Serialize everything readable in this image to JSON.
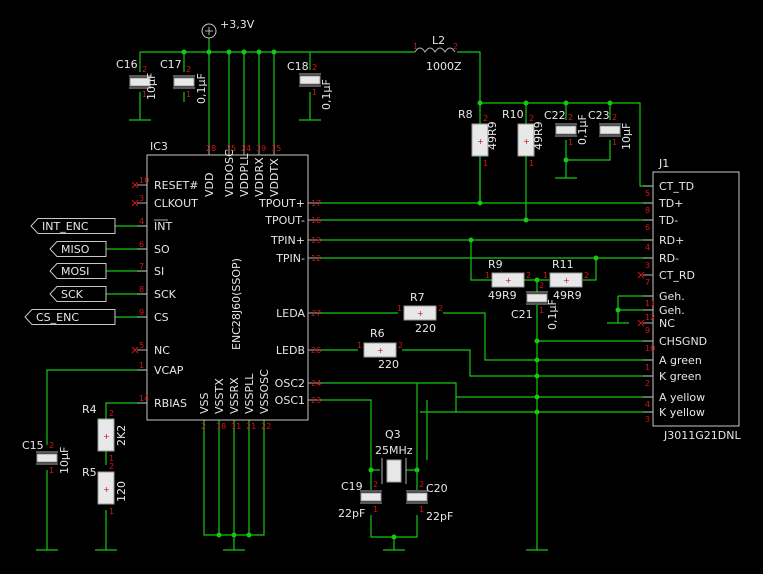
{
  "supply": {
    "label": "+3,3V"
  },
  "inductor": {
    "ref": "L2",
    "value": "1000Z"
  },
  "ic3": {
    "ref": "IC3",
    "part": "ENC28J60(SSOP)",
    "top_pins": [
      {
        "name": "VDD",
        "num": "28"
      },
      {
        "name": "VDDOSC",
        "num": "25"
      },
      {
        "name": "VDDPLL",
        "num": "24"
      },
      {
        "name": "VDDRX",
        "num": "19"
      },
      {
        "name": "VDDTX",
        "num": "15"
      }
    ],
    "left_pins": [
      {
        "name": "RESET#",
        "num": "10"
      },
      {
        "name": "CLKOUT",
        "num": "3"
      },
      {
        "name": "INT",
        "num": "4"
      },
      {
        "name": "SO",
        "num": "6"
      },
      {
        "name": "SI",
        "num": "7"
      },
      {
        "name": "SCK",
        "num": "8"
      },
      {
        "name": "CS",
        "num": "9"
      },
      {
        "name": "NC",
        "num": "5"
      },
      {
        "name": "VCAP",
        "num": "1"
      },
      {
        "name": "RBIAS",
        "num": "14"
      }
    ],
    "right_pins": [
      {
        "name": "TPOUT+",
        "num": "17"
      },
      {
        "name": "TPOUT-",
        "num": "16"
      },
      {
        "name": "TPIN+",
        "num": "13"
      },
      {
        "name": "TPIN-",
        "num": "12"
      },
      {
        "name": "LEDA",
        "num": "27"
      },
      {
        "name": "LEDB",
        "num": "26"
      },
      {
        "name": "OSC2",
        "num": "24"
      },
      {
        "name": "OSC1",
        "num": "23"
      }
    ],
    "bottom_pins": [
      {
        "name": "VSS",
        "num": "2"
      },
      {
        "name": "VSSTX",
        "num": "18"
      },
      {
        "name": "VSSRX",
        "num": "11"
      },
      {
        "name": "VSSPLL",
        "num": "21"
      },
      {
        "name": "VSSOSC",
        "num": "22"
      }
    ]
  },
  "ports": [
    {
      "label": "INT_ENC"
    },
    {
      "label": "MISO"
    },
    {
      "label": "MOSI"
    },
    {
      "label": "SCK"
    },
    {
      "label": "CS_ENC"
    }
  ],
  "capacitors": [
    {
      "ref": "C16",
      "value": "10µF"
    },
    {
      "ref": "C17",
      "value": "0,1µF"
    },
    {
      "ref": "C18",
      "value": "0,1µF"
    },
    {
      "ref": "C22",
      "value": "0,1µF"
    },
    {
      "ref": "C23",
      "value": "10µF"
    },
    {
      "ref": "C21",
      "value": "0,1µF"
    },
    {
      "ref": "C15",
      "value": "10µF"
    },
    {
      "ref": "C19",
      "value": "22pF"
    },
    {
      "ref": "C20",
      "value": "22pF"
    }
  ],
  "resistors": [
    {
      "ref": "R8",
      "value": "49R9"
    },
    {
      "ref": "R10",
      "value": "49R9"
    },
    {
      "ref": "R9",
      "value": "49R9"
    },
    {
      "ref": "R11",
      "value": "49R9"
    },
    {
      "ref": "R7",
      "value": "220"
    },
    {
      "ref": "R6",
      "value": "220"
    },
    {
      "ref": "R4",
      "value": "2K2"
    },
    {
      "ref": "R5",
      "value": "120"
    }
  ],
  "crystal": {
    "ref": "Q3",
    "value": "25MHz"
  },
  "connector": {
    "ref": "J1",
    "part": "J3011G21DNL",
    "pins": [
      {
        "name": "CT_TD",
        "num": "5"
      },
      {
        "name": "TD+",
        "num": "8"
      },
      {
        "name": "TD-",
        "num": "6"
      },
      {
        "name": "RD+",
        "num": "4"
      },
      {
        "name": "RD-",
        "num": "3"
      },
      {
        "name": "CT_RD",
        "num": "7"
      },
      {
        "name": "Geh.",
        "num": "11"
      },
      {
        "name": "Geh.",
        "num": "12"
      },
      {
        "name": "NC",
        "num": "9"
      },
      {
        "name": "CHSGND",
        "num": "10"
      },
      {
        "name": "A green",
        "num": "1"
      },
      {
        "name": "K green",
        "num": "2"
      },
      {
        "name": "A yellow",
        "num": "4"
      },
      {
        "name": "K yellow",
        "num": "3"
      }
    ]
  }
}
